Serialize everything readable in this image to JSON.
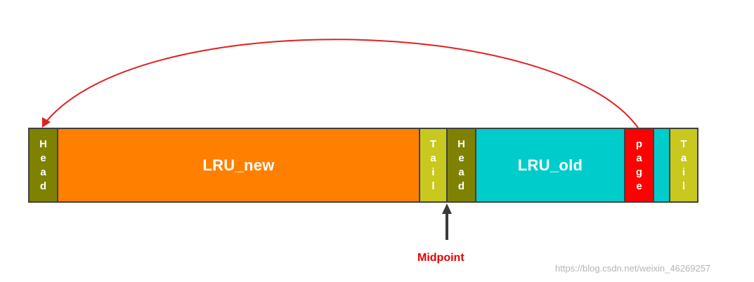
{
  "diagram": {
    "segments": [
      {
        "id": "head-1",
        "letters": [
          "H",
          "e",
          "a",
          "d"
        ],
        "color": "#7f8200"
      },
      {
        "id": "lru-new",
        "label": "LRU_new",
        "color": "#ff8000"
      },
      {
        "id": "tail-1",
        "letters": [
          "T",
          "a",
          "i",
          "l"
        ],
        "color": "#c8c81e"
      },
      {
        "id": "head-2",
        "letters": [
          "H",
          "e",
          "a",
          "d"
        ],
        "color": "#7f8200"
      },
      {
        "id": "lru-old",
        "label": "LRU_old",
        "color": "#00cccc"
      },
      {
        "id": "page",
        "letters": [
          "p",
          "a",
          "g",
          "e"
        ],
        "color": "#ff0000"
      },
      {
        "id": "gap",
        "color": "#00cccc"
      },
      {
        "id": "tail-2",
        "letters": [
          "T",
          "a",
          "i",
          "l"
        ],
        "color": "#c8c81e"
      }
    ],
    "midpoint_label": "Midpoint",
    "arrow_color": "#e02020",
    "pointer_color": "#3a3a3a",
    "watermark": "https://blog.csdn.net/weixin_46269257"
  }
}
